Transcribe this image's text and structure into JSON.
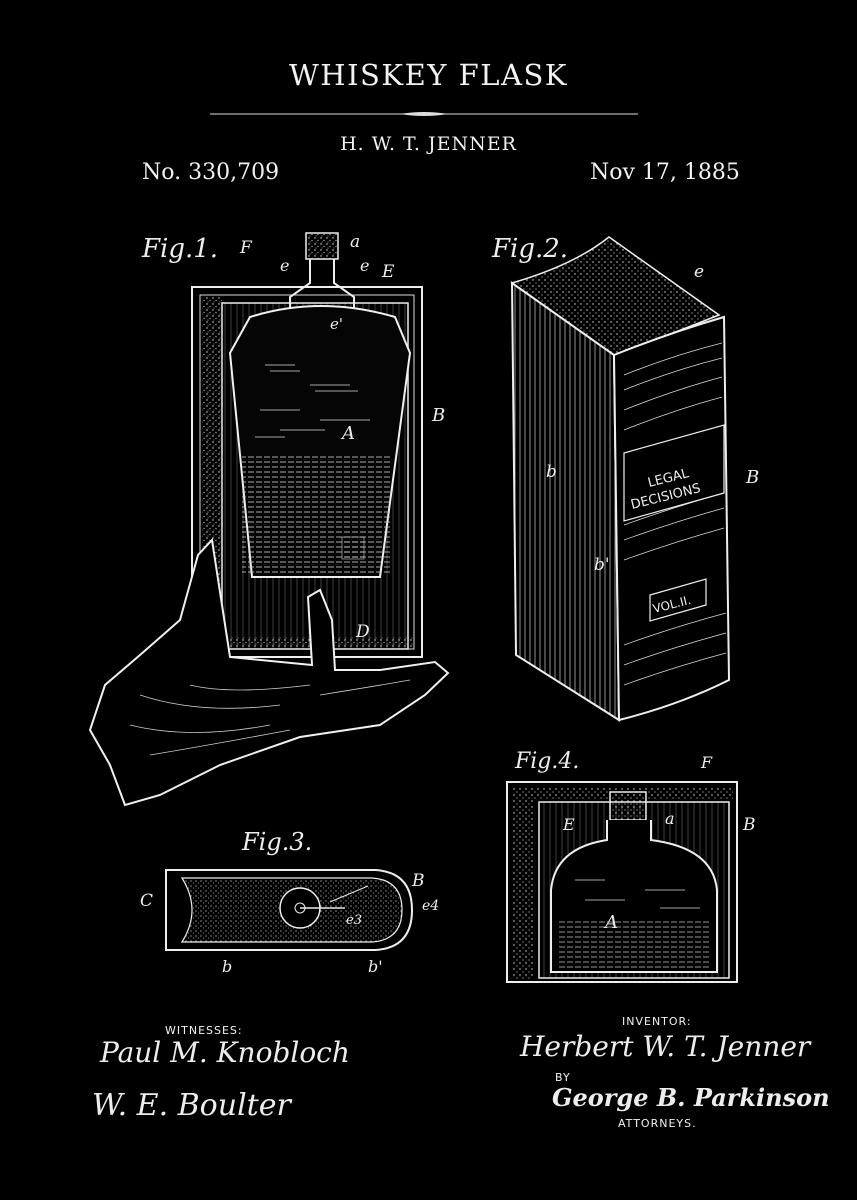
{
  "header": {
    "title": "WHISKEY FLASK",
    "inventor": "H. W. T. JENNER",
    "patent_number": "No. 330,709",
    "date": "Nov 17, 1885"
  },
  "figures": {
    "fig1": {
      "label": "Fig.1.",
      "parts": [
        "F",
        "a",
        "e",
        "e",
        "E",
        "e'",
        "B",
        "A",
        "D"
      ]
    },
    "fig2": {
      "label": "Fig.2.",
      "parts": [
        "e",
        "b",
        "b'",
        "B"
      ],
      "spine_title_line1": "LEGAL",
      "spine_title_line2": "DECISIONS",
      "spine_volume": "VOL.II."
    },
    "fig3": {
      "label": "Fig.3.",
      "parts": [
        "C",
        "B",
        "e4",
        "e3",
        "b",
        "b'"
      ]
    },
    "fig4": {
      "label": "Fig.4.",
      "parts": [
        "F",
        "a",
        "B",
        "E",
        "A"
      ]
    }
  },
  "footer": {
    "witnesses_label": "WITNESSES:",
    "witness_1": "Paul M. Knobloch",
    "witness_2": "W. E. Boulter",
    "inventor_label": "INVENTOR:",
    "inventor_signature": "Herbert W. T. Jenner",
    "by_label": "BY",
    "attorney_signature": "George B. Parkinson",
    "attorneys_label": "ATTORNEYS."
  }
}
